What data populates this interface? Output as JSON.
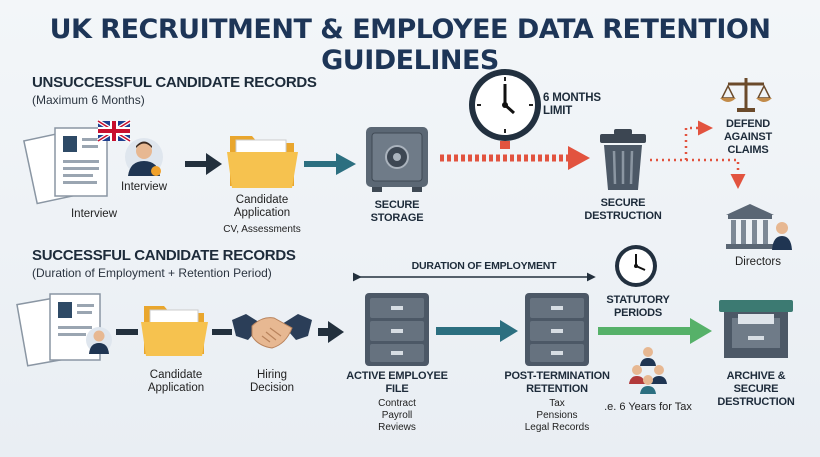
{
  "title": "UK RECRUITMENT & EMPLOYEE DATA RETENTION GUIDELINES",
  "unsuccessful": {
    "heading": "UNSUCCESSFUL CANDIDATE RECORDS",
    "subheading": "(Maximum 6 Months)",
    "interview_small": "Interview",
    "interview": "Interview",
    "candidate_application": "Candidate Application",
    "cv_assessments": "CV, Assessments",
    "secure_storage": "SECURE STORAGE",
    "six_months_limit": "6 MONTHS LIMIT",
    "secure_destruction": "SECURE DESTRUCTION",
    "defend_claims": "DEFEND AGAINST CLAIMS",
    "directors": "Directors"
  },
  "successful": {
    "heading": "SUCCESSFUL CANDIDATE RECORDS",
    "subheading": "(Duration of Employment + Retention Period)",
    "duration_of_employment": "DURATION OF EMPLOYMENT",
    "candidate_application": "Candidate Application",
    "hiring_decision": "Hiring Decision",
    "active_file": "ACTIVE EMPLOYEE FILE",
    "active_items": [
      "Contract",
      "Payroll",
      "Reviews"
    ],
    "post_termination": "POST-TERMINATION RETENTION",
    "post_items": [
      "Tax",
      "Pensions",
      "Legal Records"
    ],
    "statutory_periods": "STATUTORY PERIODS",
    "six_years_tax": ".e. 6 Years for Tax",
    "archive": "ARCHIVE & SECURE DESTRUCTION"
  },
  "icons": {
    "documents": "documents-icon",
    "uk_flag": "uk-flag-icon",
    "person": "person-icon",
    "folder": "folder-icon",
    "safe": "safe-icon",
    "clock": "clock-icon",
    "trash": "trash-bin-icon",
    "scales": "scales-of-justice-icon",
    "court": "courthouse-icon",
    "handshake": "handshake-icon",
    "cabinet": "filing-cabinet-icon",
    "archive_box": "archive-box-icon",
    "people_group": "people-group-icon"
  },
  "colors": {
    "title": "#1d3557",
    "arrow_dark": "#23303d",
    "arrow_teal": "#2c6f80",
    "arrow_red": "#e2533f",
    "arrow_green": "#56b169",
    "folder": "#f4b740",
    "cabinet": "#4c5866"
  }
}
